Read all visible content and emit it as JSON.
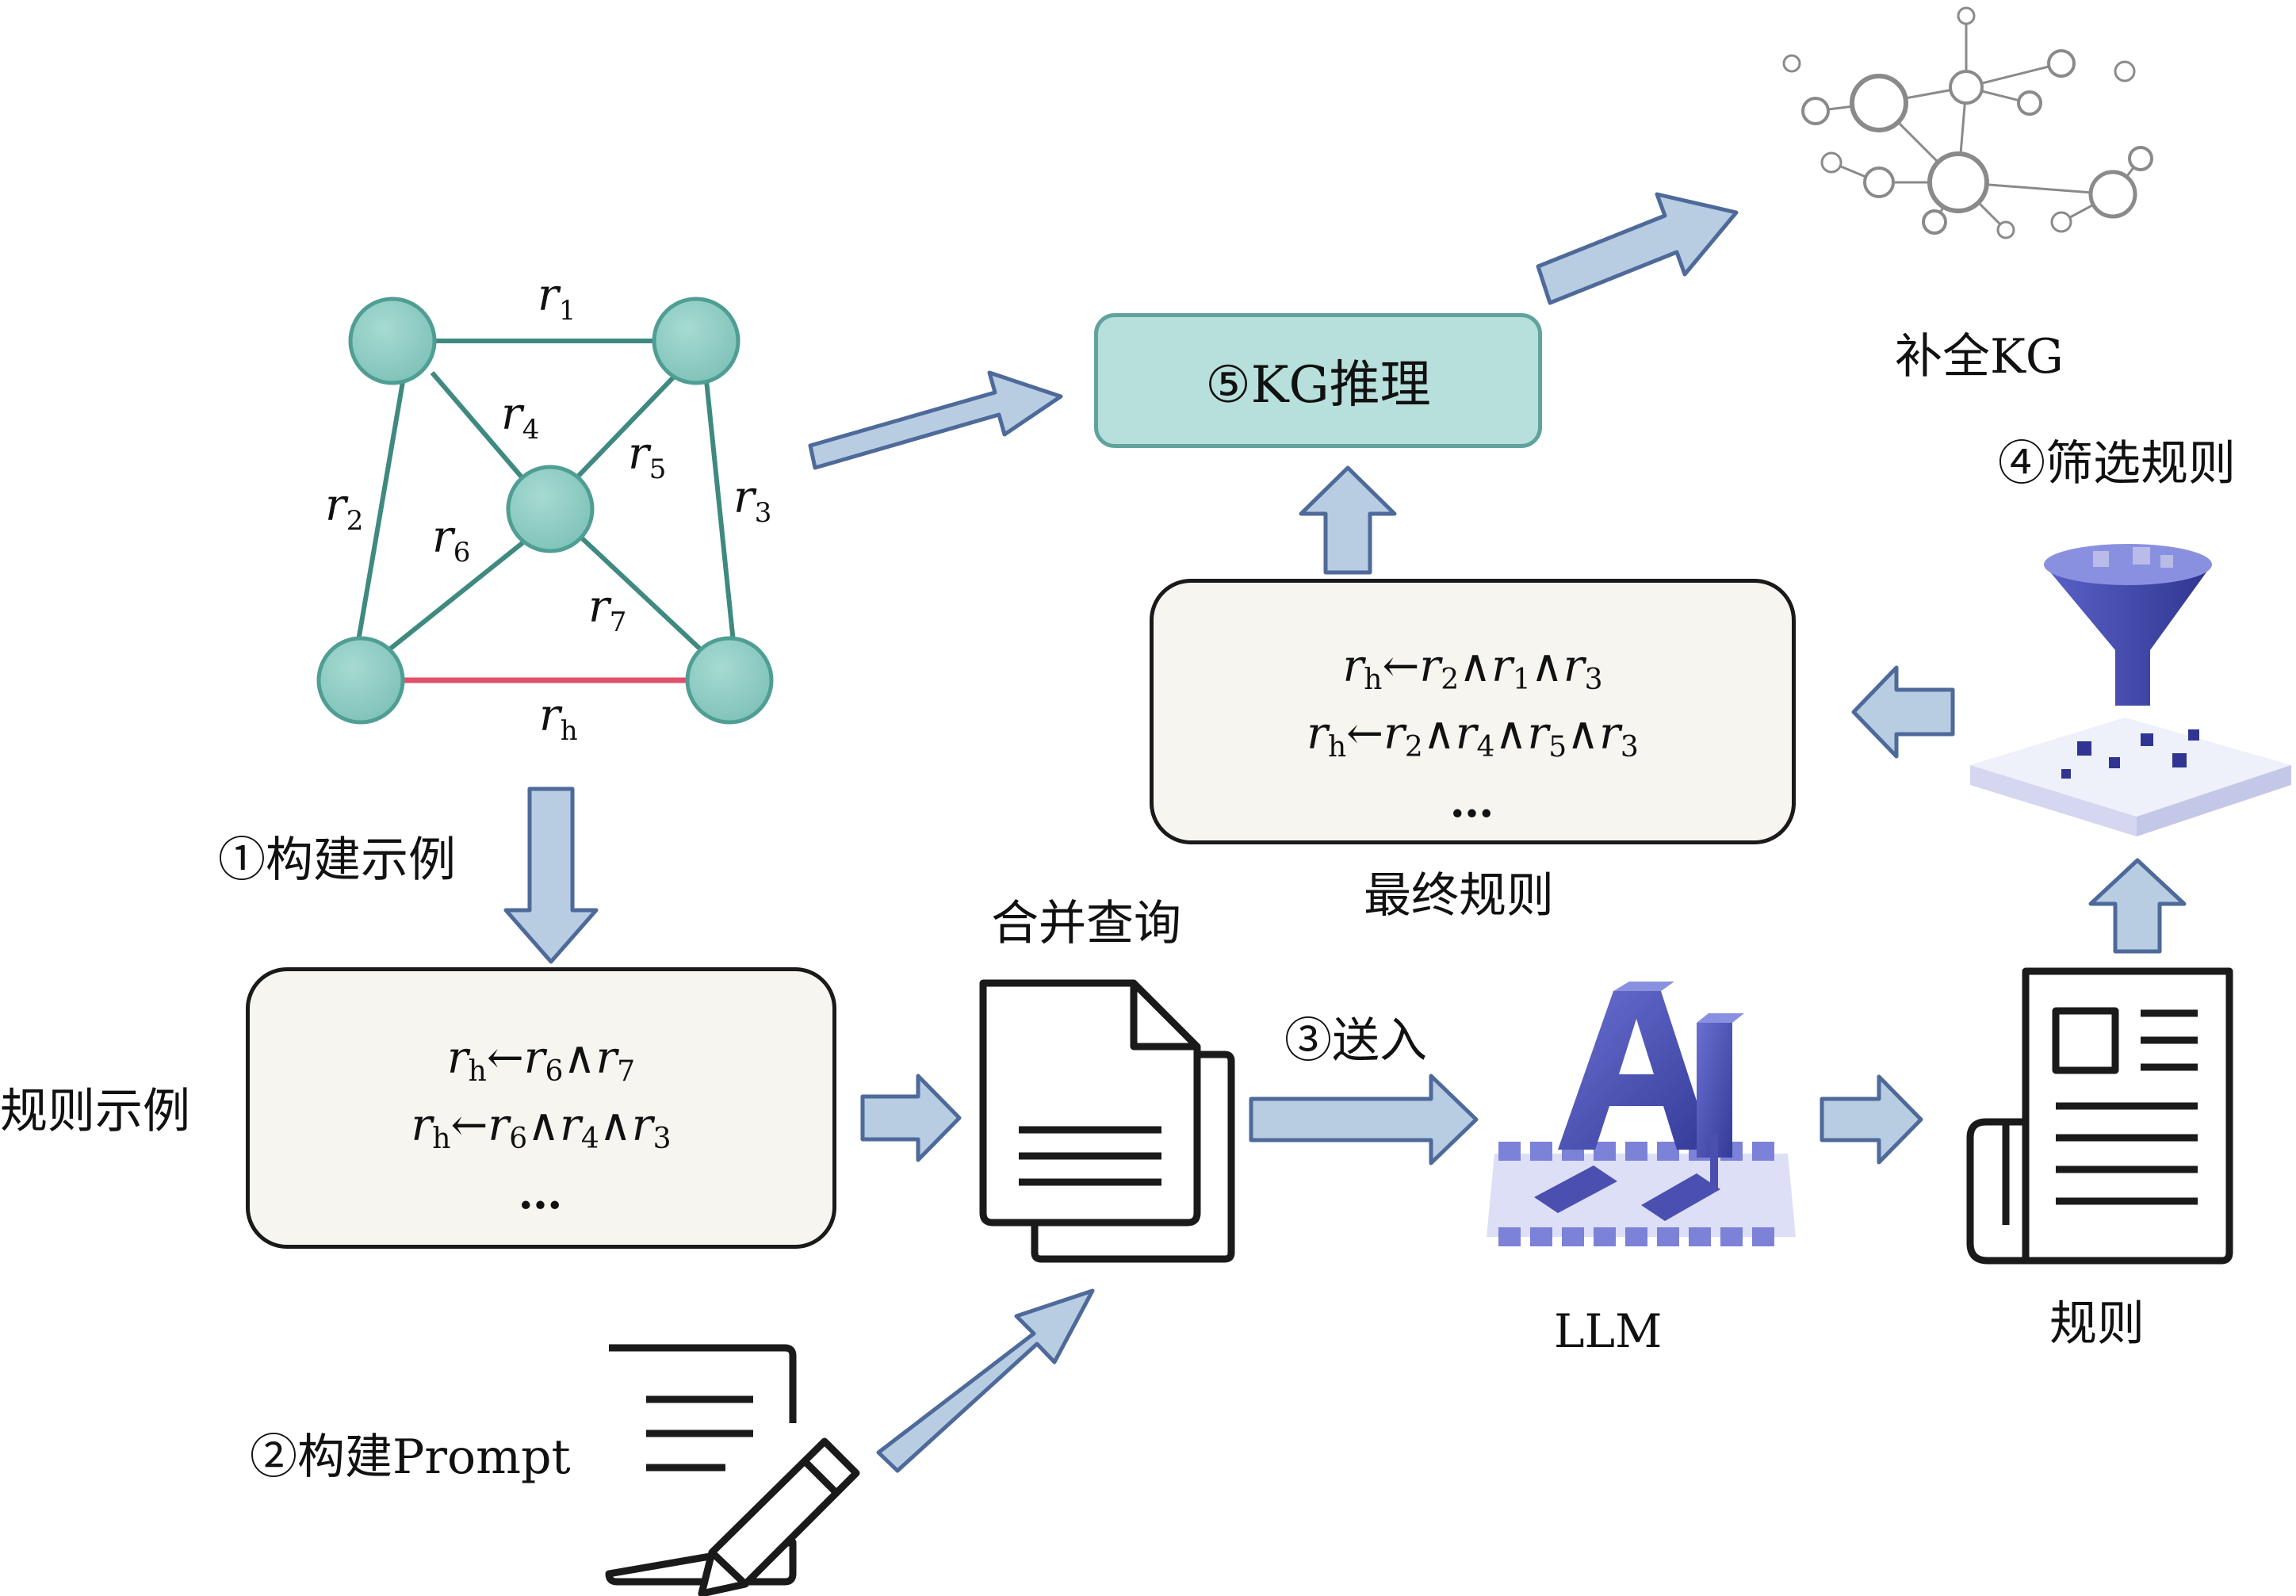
{
  "graph": {
    "edges": [
      "r1",
      "r2",
      "r3",
      "r4",
      "r5",
      "r6",
      "r7",
      "rh"
    ]
  },
  "steps": {
    "step1": "①构建示例",
    "step2": "②构建Prompt",
    "step3": "③送入",
    "step4": "④筛选规则",
    "step5": "⑤KG推理"
  },
  "labels": {
    "rule_examples": "规则示例",
    "merge_query": "合并查询",
    "final_rules": "最终规则",
    "llm": "LLM",
    "rules": "规则",
    "complete_kg": "补全KG"
  },
  "rule_examples_box": {
    "line1": "rh←r6∧r7",
    "line2": "rh←r6∧r4∧r3",
    "ellipsis": "…"
  },
  "final_rules_box": {
    "line1": "rh←r2∧r1∧r3",
    "line2": "rh←r2∧r4∧r5∧r3",
    "ellipsis": "…"
  },
  "colors": {
    "node_fill": "#8ecdc4",
    "node_stroke": "#4f9e94",
    "edge": "#3f8a80",
    "target_edge": "#e0506a",
    "arrow_fill": "#b8cde2",
    "arrow_stroke": "#4e6a9a",
    "kg_box_fill": "#b7dfdb",
    "ai_blue": "#4a4fb0"
  },
  "icons": [
    "graph-icon",
    "document-stack-icon",
    "edit-document-icon",
    "ai-llm-icon",
    "newspaper-icon",
    "funnel-filter-icon",
    "knowledge-graph-icon"
  ]
}
